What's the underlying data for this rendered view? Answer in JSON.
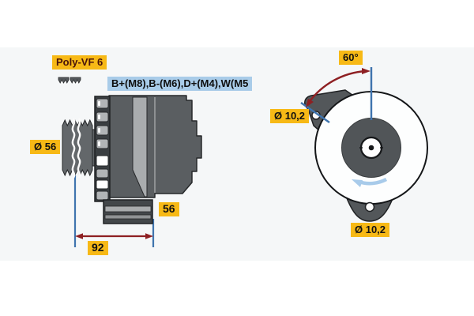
{
  "title": "Alternator technical drawing",
  "labels": {
    "belt_type": "Poly-VF 6",
    "terminals": "B+(M8),B-(M6),D+(M4),W(M5",
    "pulley_diameter": "Ø 56",
    "rear_dimension": "56",
    "mounting_dimension": "92",
    "lug_angle": "60°",
    "lug_hole_upper": "Ø 10,2",
    "lug_hole_lower": "Ø 10,2"
  },
  "colors": {
    "label_yellow": "#f7b916",
    "label_blue": "#a9cce9",
    "dimension_red": "#8e2023",
    "dimension_line_blue": "#3f74ae",
    "rotation_arrow_blue": "#a8cbea",
    "body_gray": "#5a5e61",
    "background_band": "#f5f7f8"
  },
  "views": {
    "left": "side view with pulley, housing, mounting foot",
    "right": "front view with pulley, mounting lugs, rotation direction"
  }
}
